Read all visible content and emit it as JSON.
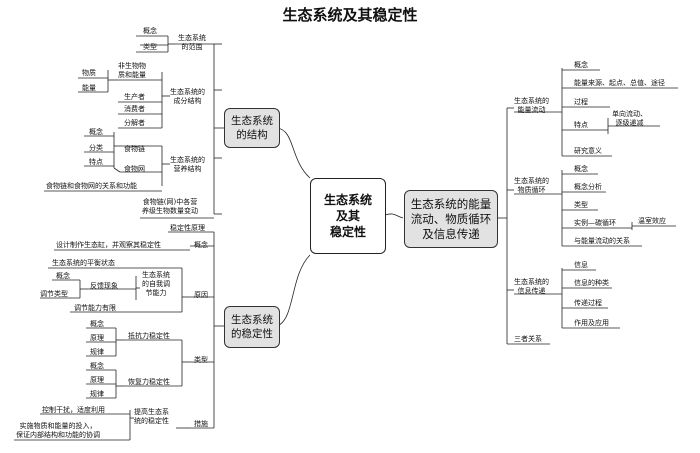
{
  "title": "生态系统及其稳定性",
  "center": "生态系统\n及其\n稳定性",
  "structure": {
    "box": "生态系统\n的结构",
    "scope": {
      "label": "生态系统\n的范围",
      "concept": "概念",
      "types": "类型"
    },
    "components": {
      "label": "生态系统的\n成分结构",
      "nonliving": "非生物物\n质和能量",
      "matter": "物质",
      "energy": "能量",
      "producer": "生产者",
      "consumer": "消费者",
      "decomposer": "分解者"
    },
    "trophic": {
      "label": "生态系统的\n营养结构",
      "chain": "食物链",
      "concept": "概念",
      "classification": "分类",
      "features": "特点",
      "web": "食物网",
      "relation": "食物链和食物网的关系和功能"
    },
    "change": "食物链(网)中各营\n养级生物数量变动"
  },
  "stability": {
    "box": "生态系统\n的稳定性",
    "principle": "稳定性原理",
    "concept": {
      "label": "概念",
      "design": "设计制作生态缸，并观察其稳定性"
    },
    "cause": {
      "label": "原因",
      "selfreg": "生态系统\n的自我调\n节能力",
      "balance": "生态系统的平衡状态",
      "feedback": "反馈现象",
      "fb_concept": "概念",
      "fb_types": "调节类型",
      "limited": "调节能力有限"
    },
    "types": {
      "label": "类型",
      "resist": "抵抗力稳定性",
      "recover": "恢复力稳定性",
      "concept": "概念",
      "principle": "原理",
      "law": "规律"
    },
    "measures": {
      "label": "措施",
      "improve": "提高生态系\n统的稳定性",
      "control": "控制干扰，适度利用",
      "input": "实施物质和能量的投入，\n保证内部结构和功能的协调"
    }
  },
  "functions": {
    "box": "生态系统的能量\n流动、物质循环\n及信息传递",
    "energy": {
      "label": "生态系统的\n能量流动",
      "concept": "概念",
      "source": "能量来源、起点、总值、途径",
      "process": "过程",
      "features": "特点",
      "features_detail": "单向流动、\n逐级递减",
      "significance": "研究意义"
    },
    "material": {
      "label": "生态系统的\n物质循环",
      "concept": "概念",
      "analysis": "概念分析",
      "types": "类型",
      "example": "实例—碳循环",
      "greenhouse": "温室效应",
      "relation": "与能量流动的关系"
    },
    "info": {
      "label": "生态系统的\n信息传递",
      "info": "信息",
      "types": "信息的种类",
      "process": "传递过程",
      "role": "作用及应用"
    },
    "three": "三者关系"
  }
}
